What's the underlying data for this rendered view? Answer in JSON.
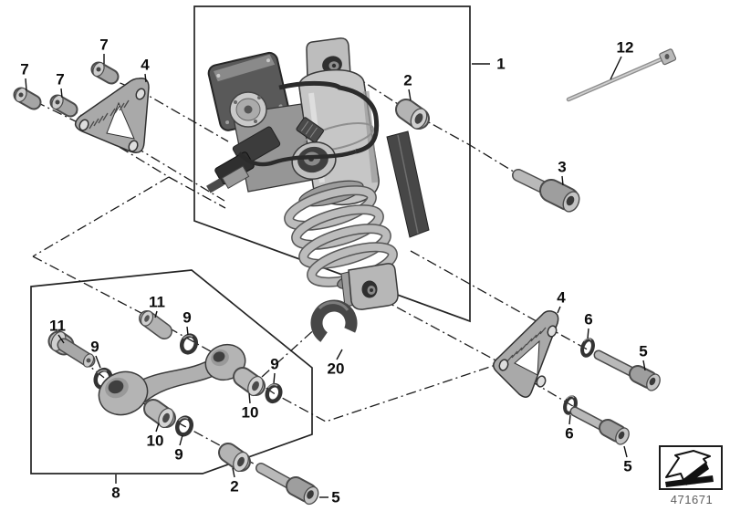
{
  "diagram": {
    "kind": "exploded-parts-diagram",
    "part_numbers_visible": [
      "1",
      "2",
      "3",
      "4",
      "5",
      "6",
      "7",
      "8",
      "9",
      "10",
      "11",
      "12",
      "20"
    ]
  },
  "callouts": [
    {
      "id": "callout-7-a",
      "label": "7"
    },
    {
      "id": "callout-7-b",
      "label": "7"
    },
    {
      "id": "callout-7-c",
      "label": "7"
    },
    {
      "id": "callout-4-upper",
      "label": "4"
    },
    {
      "id": "callout-1",
      "label": "1"
    },
    {
      "id": "callout-2-upper",
      "label": "2"
    },
    {
      "id": "callout-12",
      "label": "12"
    },
    {
      "id": "callout-3",
      "label": "3"
    },
    {
      "id": "callout-11-left",
      "label": "11"
    },
    {
      "id": "callout-9-a",
      "label": "9"
    },
    {
      "id": "callout-11-top",
      "label": "11"
    },
    {
      "id": "callout-9-b",
      "label": "9"
    },
    {
      "id": "callout-9-c",
      "label": "9"
    },
    {
      "id": "callout-10-right",
      "label": "10"
    },
    {
      "id": "callout-10-bottom",
      "label": "10"
    },
    {
      "id": "callout-9-d",
      "label": "9"
    },
    {
      "id": "callout-20",
      "label": "20"
    },
    {
      "id": "callout-8",
      "label": "8"
    },
    {
      "id": "callout-2-lower",
      "label": "2"
    },
    {
      "id": "callout-5-bottom",
      "label": "5"
    },
    {
      "id": "callout-4-lower",
      "label": "4"
    },
    {
      "id": "callout-6-upper",
      "label": "6"
    },
    {
      "id": "callout-5-upper",
      "label": "5"
    },
    {
      "id": "callout-6-lower",
      "label": "6"
    },
    {
      "id": "callout-5-lower",
      "label": "5"
    }
  ],
  "footer": {
    "drawing_number": "471671"
  },
  "icons": {
    "direction_arrow": "direction-arrow-icon"
  }
}
